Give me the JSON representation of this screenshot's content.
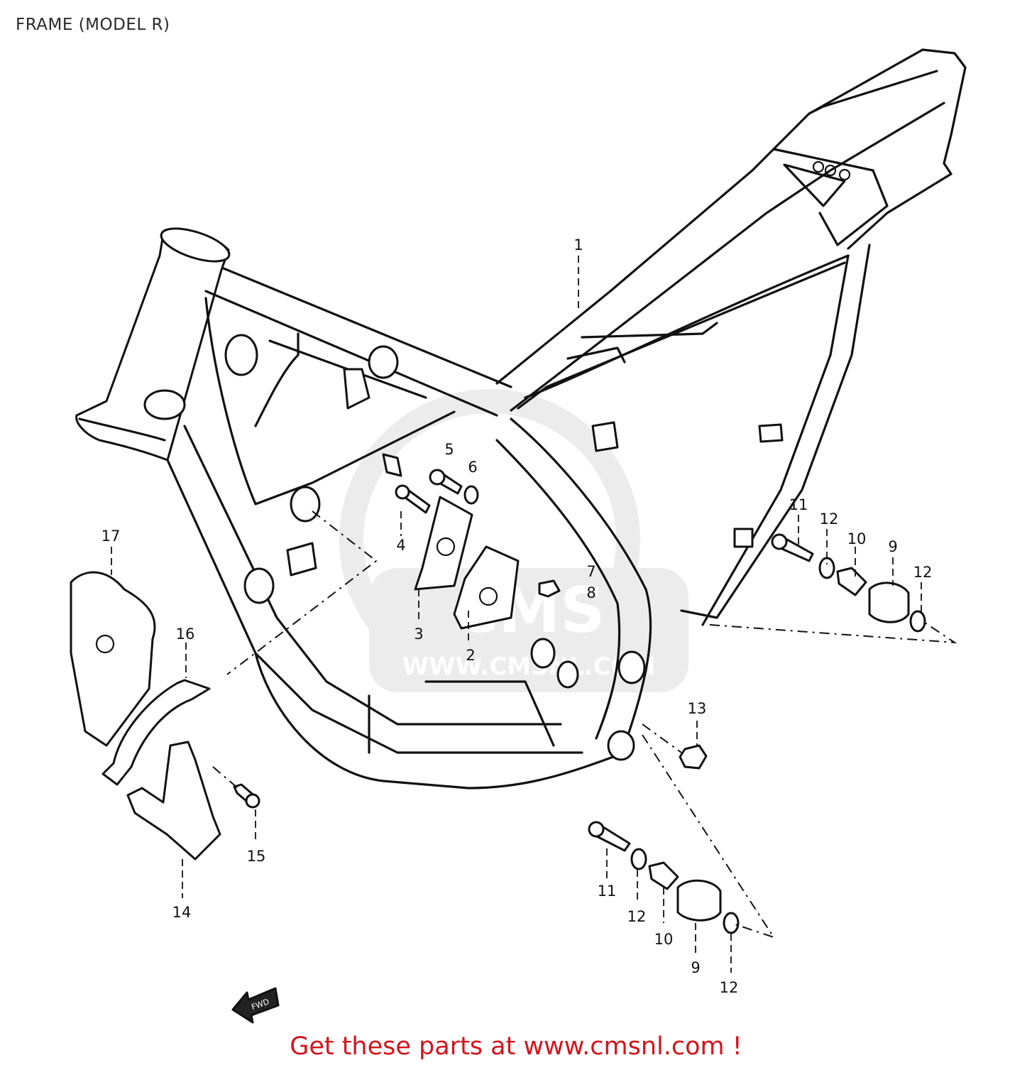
{
  "title": "FRAME (MODEL R)",
  "footer": "Get these parts at www.cmsnl.com !",
  "watermark": {
    "logo": "CMS",
    "url": "WWW.CMSNL.COM"
  },
  "parts": [
    {
      "id": "p1",
      "label": "1"
    },
    {
      "id": "p2",
      "label": "2"
    },
    {
      "id": "p3",
      "label": "3"
    },
    {
      "id": "p4",
      "label": "4"
    },
    {
      "id": "p5",
      "label": "5"
    },
    {
      "id": "p6",
      "label": "6"
    },
    {
      "id": "p7",
      "label": "7"
    },
    {
      "id": "p8",
      "label": "8"
    },
    {
      "id": "p9a",
      "label": "9"
    },
    {
      "id": "p9b",
      "label": "9"
    },
    {
      "id": "p10a",
      "label": "10"
    },
    {
      "id": "p10b",
      "label": "10"
    },
    {
      "id": "p11a",
      "label": "11"
    },
    {
      "id": "p11b",
      "label": "11"
    },
    {
      "id": "p12a",
      "label": "12"
    },
    {
      "id": "p12b",
      "label": "12"
    },
    {
      "id": "p12c",
      "label": "12"
    },
    {
      "id": "p12d",
      "label": "12"
    },
    {
      "id": "p13",
      "label": "13"
    },
    {
      "id": "p14",
      "label": "14"
    },
    {
      "id": "p15",
      "label": "15"
    },
    {
      "id": "p16",
      "label": "16"
    },
    {
      "id": "p17",
      "label": "17"
    }
  ],
  "direction_arrow": {
    "label": "FWD"
  },
  "colors": {
    "line": "#111111",
    "footer": "#d4141c",
    "watermark": "#ececec"
  }
}
